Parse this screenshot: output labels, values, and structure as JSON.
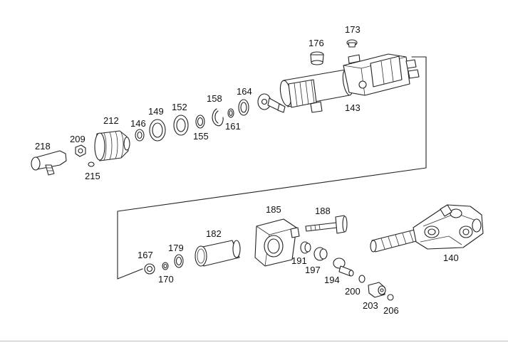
{
  "labels": {
    "p173": "173",
    "p176": "176",
    "p143": "143",
    "p164": "164",
    "p158": "158",
    "p161": "161",
    "p152": "152",
    "p155": "155",
    "p149": "149",
    "p212": "212",
    "p146": "146",
    "p209": "209",
    "p218": "218",
    "p215": "215",
    "p185": "185",
    "p188": "188",
    "p182": "182",
    "p179": "179",
    "p167": "167",
    "p170": "170",
    "p191": "191",
    "p197": "197",
    "p194": "194",
    "p200": "200",
    "p203": "203",
    "p206": "206",
    "p140": "140"
  }
}
